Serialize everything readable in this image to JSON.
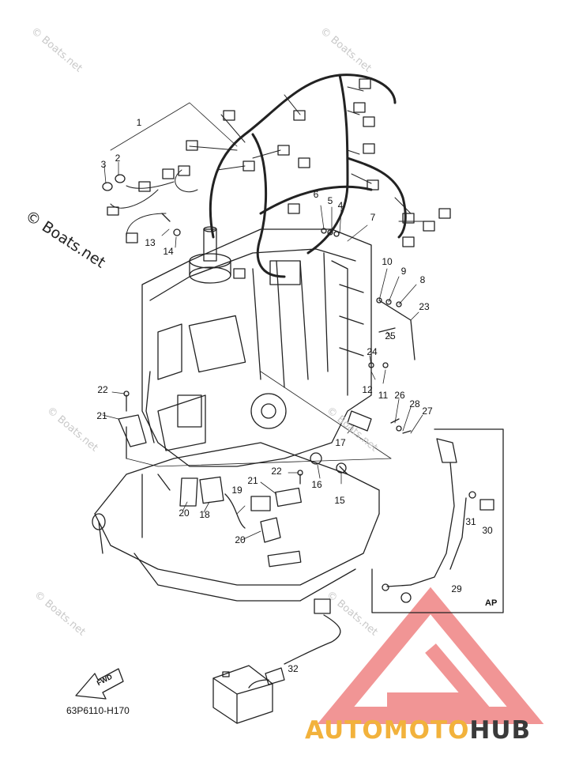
{
  "diagram": {
    "drawing_code": "63P6110-H170",
    "inset_label": "AP",
    "fwd_label": "FWD",
    "side_watermark": "© Boats.net",
    "watermark_text": "© Boats.net",
    "brand": {
      "part1": "AUTO",
      "part2": "MOTO",
      "part3": "HUB"
    },
    "parts": [
      {
        "id": "p1",
        "n": "1"
      },
      {
        "id": "p2",
        "n": "2"
      },
      {
        "id": "p3",
        "n": "3"
      },
      {
        "id": "p4",
        "n": "4"
      },
      {
        "id": "p5",
        "n": "5"
      },
      {
        "id": "p6",
        "n": "6"
      },
      {
        "id": "p7",
        "n": "7"
      },
      {
        "id": "p8",
        "n": "8"
      },
      {
        "id": "p9",
        "n": "9"
      },
      {
        "id": "p10",
        "n": "10"
      },
      {
        "id": "p11",
        "n": "11"
      },
      {
        "id": "p12",
        "n": "12"
      },
      {
        "id": "p13",
        "n": "13"
      },
      {
        "id": "p14",
        "n": "14"
      },
      {
        "id": "p15",
        "n": "15"
      },
      {
        "id": "p16",
        "n": "16"
      },
      {
        "id": "p17",
        "n": "17"
      },
      {
        "id": "p18",
        "n": "18"
      },
      {
        "id": "p19",
        "n": "19"
      },
      {
        "id": "p20a",
        "n": "20"
      },
      {
        "id": "p20b",
        "n": "20"
      },
      {
        "id": "p21a",
        "n": "21"
      },
      {
        "id": "p21b",
        "n": "21"
      },
      {
        "id": "p22a",
        "n": "22"
      },
      {
        "id": "p22b",
        "n": "22"
      },
      {
        "id": "p23",
        "n": "23"
      },
      {
        "id": "p24",
        "n": "24"
      },
      {
        "id": "p25",
        "n": "25"
      },
      {
        "id": "p26",
        "n": "26"
      },
      {
        "id": "p27",
        "n": "27"
      },
      {
        "id": "p28",
        "n": "28"
      },
      {
        "id": "p29",
        "n": "29"
      },
      {
        "id": "p30",
        "n": "30"
      },
      {
        "id": "p31",
        "n": "31"
      },
      {
        "id": "p32",
        "n": "32"
      }
    ],
    "colors": {
      "line": "#222222",
      "brand_orange": "#f2b23c",
      "brand_dark": "#3a3a3a",
      "logo_red": "#f08a8a",
      "watermark": "#c8c8c8"
    }
  }
}
